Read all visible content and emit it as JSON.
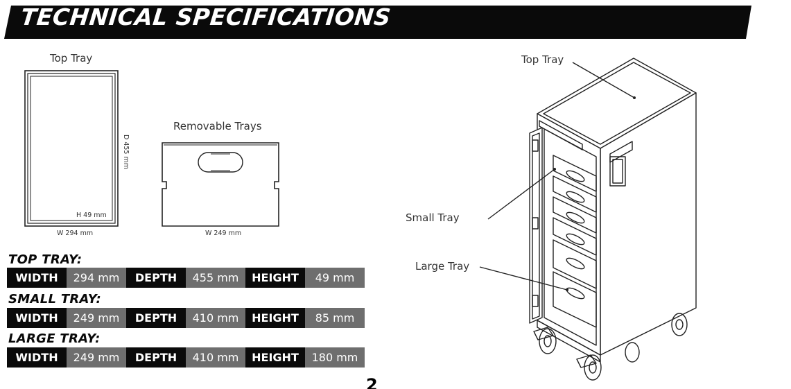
{
  "header": {
    "title": "TECHNICAL SPECIFICATIONS"
  },
  "top_tray_drawing": {
    "label": "Top Tray",
    "depth": "D 455 mm",
    "height": "H 49 mm",
    "width": "W 294 mm"
  },
  "removable_drawing": {
    "label": "Removable Trays",
    "width": "W 249 mm"
  },
  "cart_callouts": {
    "top_tray": "Top Tray",
    "small_tray": "Small Tray",
    "large_tray": "Large Tray"
  },
  "specs": [
    {
      "title": "TOP TRAY:",
      "cells": [
        "WIDTH",
        "294 mm",
        "DEPTH",
        "455 mm",
        "HEIGHT",
        "49 mm"
      ]
    },
    {
      "title": "SMALL TRAY:",
      "cells": [
        "WIDTH",
        "249 mm",
        "DEPTH",
        "410 mm",
        "HEIGHT",
        "85 mm"
      ]
    },
    {
      "title": "LARGE TRAY:",
      "cells": [
        "WIDTH",
        "249 mm",
        "DEPTH",
        "410 mm",
        "HEIGHT",
        "180 mm"
      ]
    }
  ],
  "page_number": "2",
  "colors": {
    "banner": "#0a0a0a",
    "key_cell": "#0a0a0a",
    "value_cell": "#6e6e6e"
  }
}
